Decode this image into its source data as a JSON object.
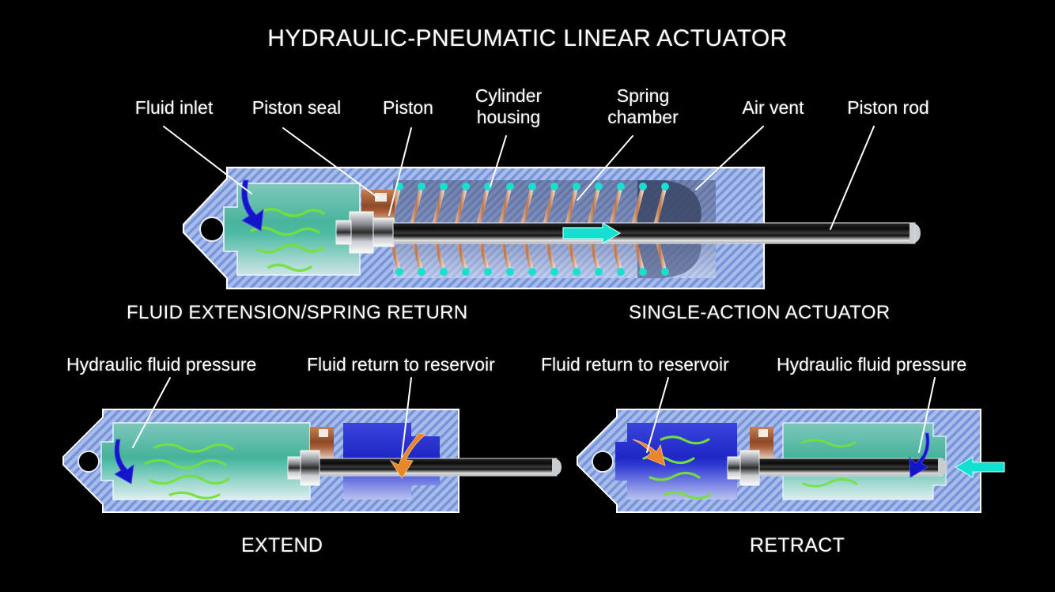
{
  "title": "HYDRAULIC-PNEUMATIC LINEAR ACTUATOR",
  "colors": {
    "background": "#000000",
    "text": "#ffffff",
    "housing_blue": "#a8bbe8",
    "housing_hatch": "#6f8fd8",
    "housing_edge": "#ffffff",
    "fluid_green": "#5fb8a8",
    "fluid_squiggle": "#74e23c",
    "fluid_blue": "#2a33cc",
    "inlet_arrow_blue": "#1414c8",
    "return_arrow_orange": "#e8862a",
    "motion_arrow_cyan": "#14e0d2",
    "spring_copper": "#c98a64",
    "spring_dot_cyan": "#18e0d0",
    "piston_seal_copper": "#a8603a",
    "rod_dark": "#111111",
    "metal_silver": "#d8d8d8",
    "air_chamber": "#5a6a90"
  },
  "top_diagram": {
    "callouts": [
      {
        "label": "Fluid inlet"
      },
      {
        "label": "Piston seal"
      },
      {
        "label": "Piston"
      },
      {
        "label": "Cylinder\nhousing"
      },
      {
        "label": "Spring\nchamber"
      },
      {
        "label": "Air vent"
      },
      {
        "label": "Piston rod"
      }
    ],
    "caption_left": "FLUID EXTENSION/SPRING RETURN",
    "caption_right": "SINGLE-ACTION ACTUATOR"
  },
  "bottom_left_diagram": {
    "callout_left": "Hydraulic fluid pressure",
    "callout_right": "Fluid return to reservoir",
    "caption": "EXTEND"
  },
  "bottom_right_diagram": {
    "callout_left": "Fluid return to reservoir",
    "callout_right": "Hydraulic fluid pressure",
    "caption": "RETRACT"
  }
}
